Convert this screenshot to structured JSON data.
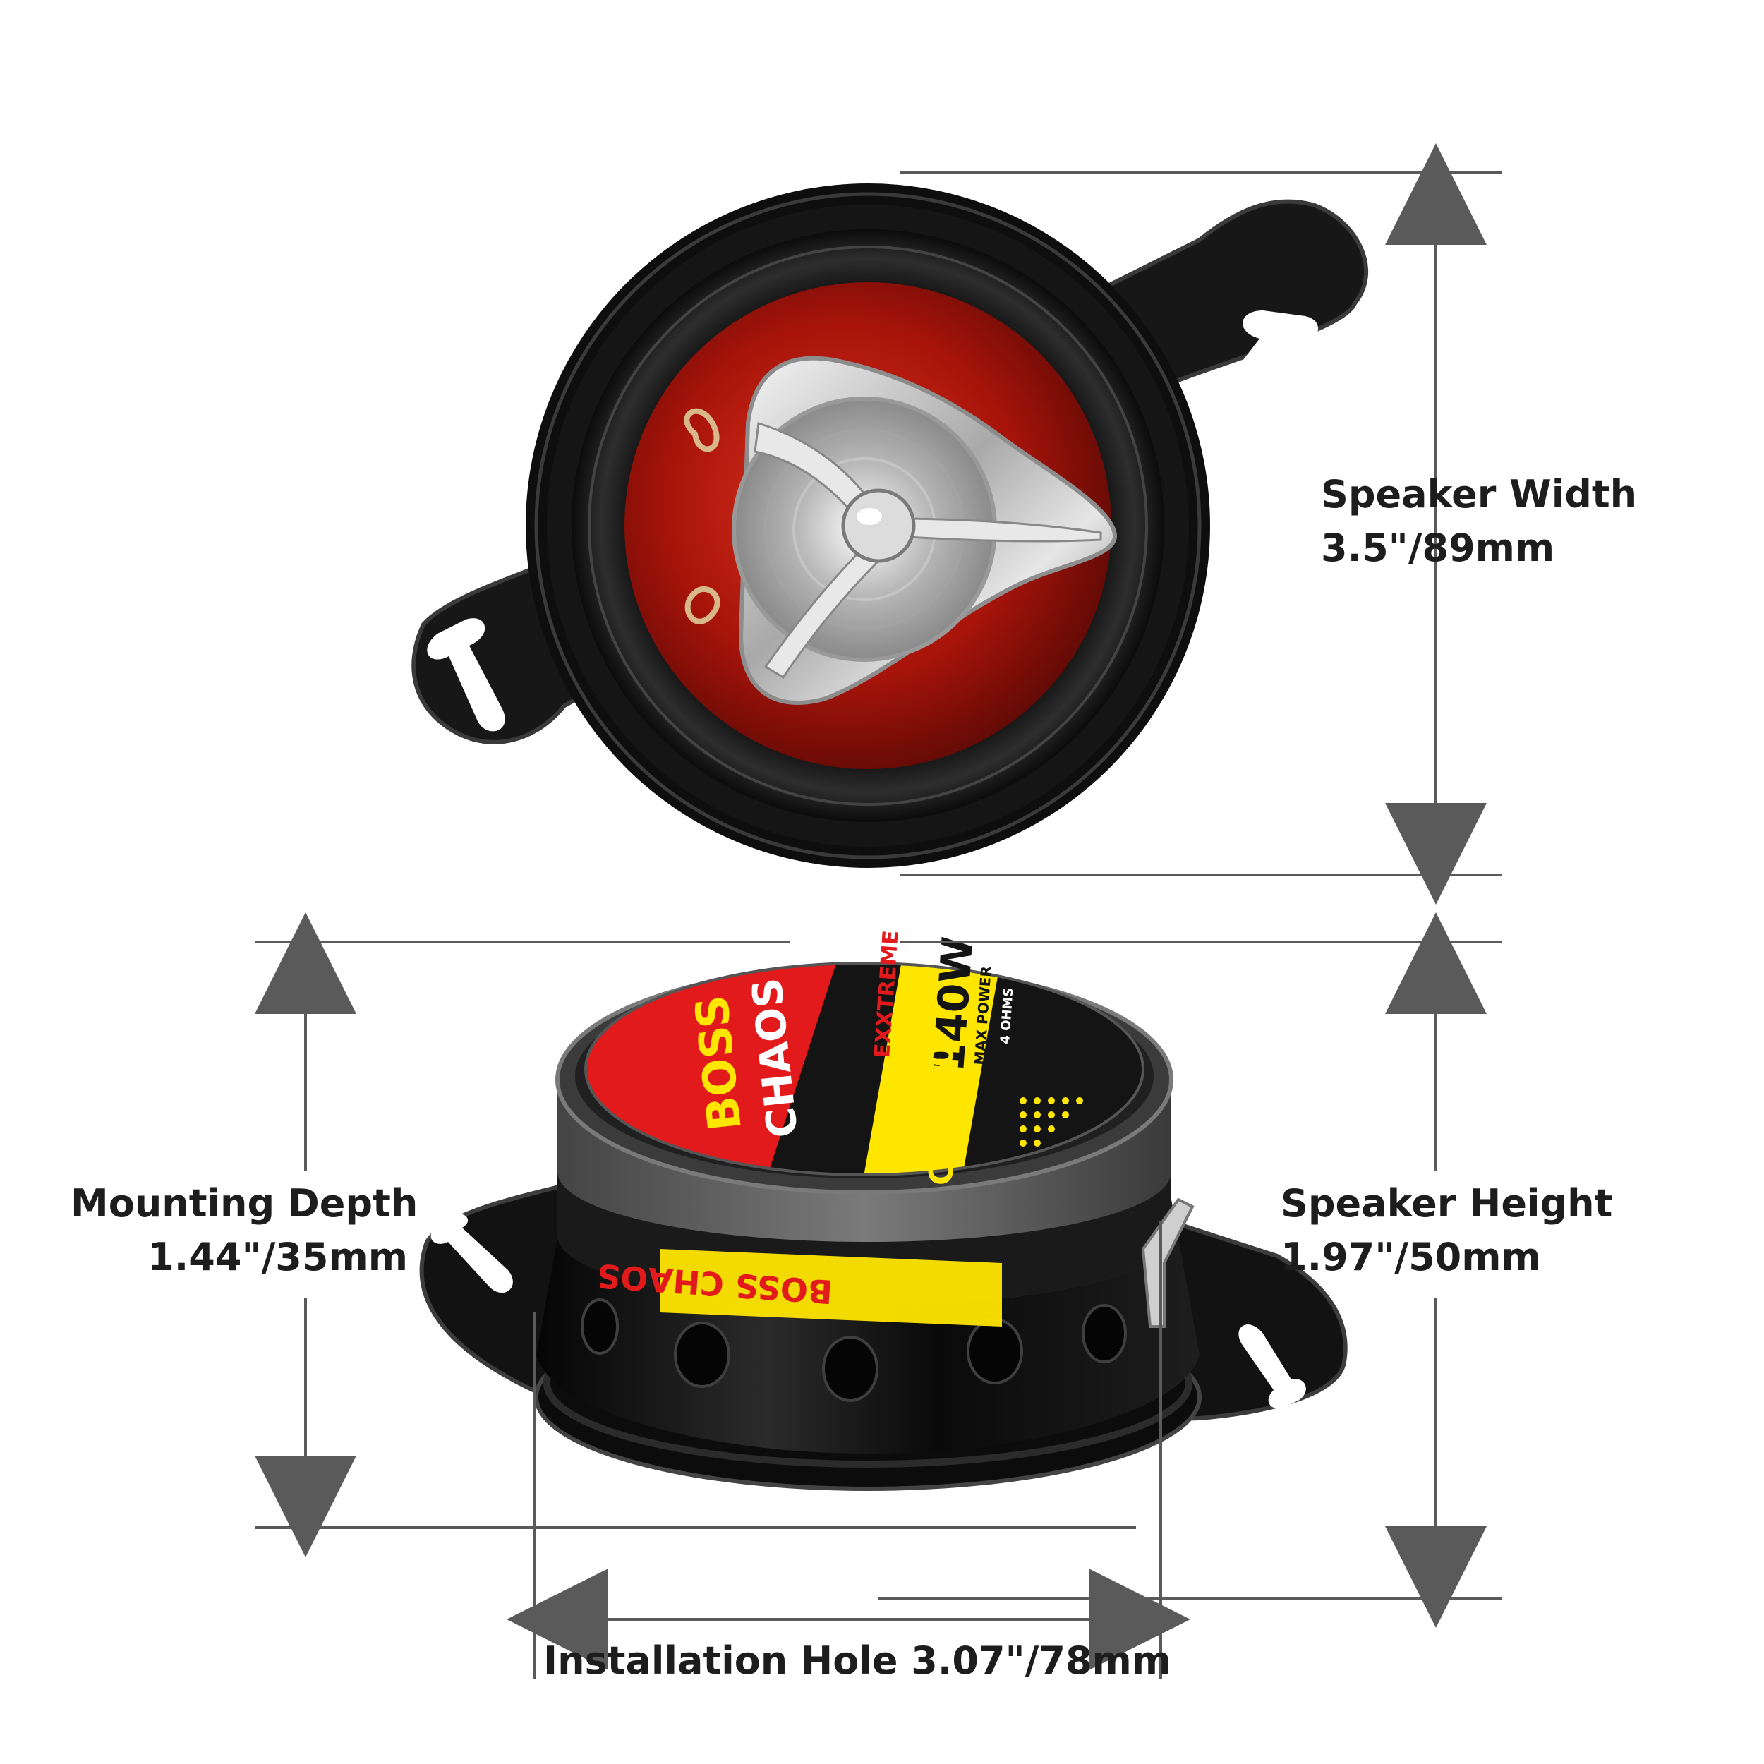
{
  "dimensions": {
    "speaker_width": {
      "title": "Speaker Width",
      "value": "3.5\"/89mm"
    },
    "mounting_depth": {
      "title": "Mounting Depth",
      "value": "1.44\"/35mm"
    },
    "speaker_height": {
      "title": "Speaker Height",
      "value": "1.97\"/50mm"
    },
    "installation_hole": {
      "text": "Installation Hole 3.07\"/78mm"
    }
  },
  "product_label": {
    "brand": "BOSS",
    "series": "CHAOS",
    "sub_series": "EXXTREME",
    "model": "CH3220",
    "power": "140W",
    "power_caption": "MAX POWER",
    "impedance": "4 OHMS"
  },
  "colors": {
    "dimension_line": "#5a5a5a",
    "label_red": "#e31a1c",
    "label_yellow": "#ffe600",
    "cone_red": "#b21407",
    "chrome": "#d6d6d6",
    "frame_black": "#141414"
  },
  "icons": {
    "arrow": "triangle-arrowhead"
  }
}
